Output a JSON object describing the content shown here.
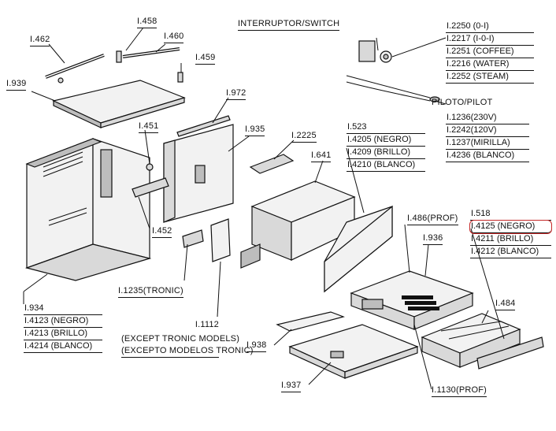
{
  "labels": {
    "l462": "I.462",
    "l458": "I.458",
    "l460": "I.460",
    "l459": "I.459",
    "l939": "I.939",
    "l972": "I.972",
    "l451": "I.451",
    "l935": "I.935",
    "l2225": "I.2225",
    "l641": "I.641",
    "l452": "I.452",
    "l1235": "I.1235(TRONIC)",
    "l486": "I.486(PROF)",
    "l936": "I.936",
    "l484": "I.484",
    "l938": "I.938",
    "l937": "I.937",
    "l1130": "I.1130(PROF)",
    "switch_title": "INTERRUPTOR/SWITCH",
    "pilot_title": "PILOTO/PILOT",
    "l1112": "I.1112",
    "l1112_note1": "(EXCEPT TRONIC MODELS)",
    "l1112_note2": "(EXCEPTO MODELOS TRONIC)"
  },
  "switch_list": [
    "I.2250 (0-I)",
    "I.2217 (I-0-I)",
    "I.2251 (COFFEE)",
    "I.2216 (WATER)",
    "I.2252 (STEAM)"
  ],
  "pilot_list": [
    "I.1236(230V)",
    "I.2242(120V)",
    "I.1237(MIRILLA)",
    "I.4236 (BLANCO)"
  ],
  "list_523": [
    "I.523",
    "I.4205 (NEGRO)",
    "I.4209 (BRILLO)",
    "I.4210 (BLANCO)"
  ],
  "list_518": [
    "I.518",
    "I.4125 (NEGRO)",
    "I.4211 (BRILLO)",
    "I.4212 (BLANCO)"
  ],
  "list_934": [
    "I.934",
    "I.4123 (NEGRO)",
    "I.4213 (BRILLO)",
    "I.4214 (BLANCO)"
  ],
  "highlight": {
    "item": "I.4125 (NEGRO)",
    "color": "#c62828"
  }
}
